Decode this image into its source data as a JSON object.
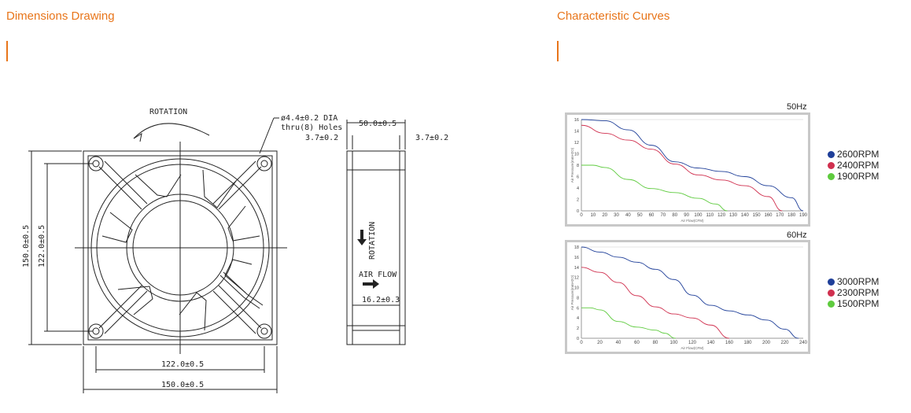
{
  "left_section": {
    "title": "Dimensions Drawing"
  },
  "right_section": {
    "title": "Characteristic Curves"
  },
  "drawing": {
    "rotation_label": "ROTATION",
    "hole_label_line1": "ø4.4±0.2 DIA",
    "hole_label_line2": "thru(8) Holes",
    "depth_label": "50.0±0.5",
    "flange_left_label": "3.7±0.2",
    "flange_right_label": "3.7±0.2",
    "height_outer_label": "150.0±0.5",
    "height_inner_label": "122.0±0.5",
    "width_inner_label": "122.0±0.5",
    "width_outer_label": "150.0±0.5",
    "side_rotation_label": "ROTATION",
    "side_airflow_label": "AIR FLOW",
    "terminal_label": "16.2±0.3"
  },
  "chart_data": [
    {
      "type": "line",
      "title": "50Hz",
      "xlabel": "Air Flow(CFM)",
      "ylabel": "Air Pressure(mmH2O)",
      "xlim": [
        0,
        190
      ],
      "ylim": [
        0,
        16
      ],
      "x_ticks": [
        "0",
        "10",
        "20",
        "30",
        "40",
        "50",
        "60",
        "70",
        "80",
        "90",
        "100",
        "110",
        "120",
        "130",
        "140",
        "150",
        "160",
        "170",
        "180",
        "190"
      ],
      "y_ticks": [
        "0",
        "2",
        "4",
        "6",
        "8",
        "10",
        "12",
        "14",
        "16"
      ],
      "series": [
        {
          "name": "2600RPM",
          "color": "#1f3f99",
          "points": [
            [
              0,
              16
            ],
            [
              20,
              15.8
            ],
            [
              40,
              14.2
            ],
            [
              60,
              11.5
            ],
            [
              80,
              8.6
            ],
            [
              100,
              7.5
            ],
            [
              120,
              6.9
            ],
            [
              140,
              6.0
            ],
            [
              160,
              4.4
            ],
            [
              180,
              2.3
            ],
            [
              190,
              0
            ]
          ]
        },
        {
          "name": "2400RPM",
          "color": "#d0304f",
          "points": [
            [
              0,
              15
            ],
            [
              20,
              13.6
            ],
            [
              40,
              12.4
            ],
            [
              60,
              10.8
            ],
            [
              80,
              8.2
            ],
            [
              100,
              6.3
            ],
            [
              120,
              5.4
            ],
            [
              140,
              4.4
            ],
            [
              160,
              2.5
            ],
            [
              172,
              0
            ]
          ]
        },
        {
          "name": "1900RPM",
          "color": "#5ecb3e",
          "points": [
            [
              0,
              8
            ],
            [
              10,
              8
            ],
            [
              20,
              7.6
            ],
            [
              40,
              5.5
            ],
            [
              60,
              3.9
            ],
            [
              80,
              3.2
            ],
            [
              100,
              2.2
            ],
            [
              115,
              1.2
            ],
            [
              125,
              0
            ]
          ]
        }
      ],
      "grid": false
    },
    {
      "type": "line",
      "title": "60Hz",
      "xlabel": "Air Flow(CFM)",
      "ylabel": "Air Pressure(mmH2O)",
      "xlim": [
        0,
        240
      ],
      "ylim": [
        0,
        18
      ],
      "x_ticks": [
        "0",
        "20",
        "40",
        "60",
        "80",
        "100",
        "120",
        "140",
        "160",
        "180",
        "200",
        "220",
        "240"
      ],
      "y_ticks": [
        "0",
        "2",
        "4",
        "6",
        "8",
        "10",
        "12",
        "14",
        "16",
        "18"
      ],
      "series": [
        {
          "name": "3000RPM",
          "color": "#1f3f99",
          "points": [
            [
              0,
              18
            ],
            [
              20,
              17
            ],
            [
              40,
              16
            ],
            [
              60,
              15
            ],
            [
              80,
              13.6
            ],
            [
              100,
              11.6
            ],
            [
              120,
              8.5
            ],
            [
              140,
              6.5
            ],
            [
              160,
              5.4
            ],
            [
              180,
              4.6
            ],
            [
              200,
              3.6
            ],
            [
              220,
              1.8
            ],
            [
              235,
              0
            ]
          ]
        },
        {
          "name": "2300RPM",
          "color": "#d0304f",
          "points": [
            [
              0,
              14
            ],
            [
              20,
              13
            ],
            [
              40,
              11
            ],
            [
              60,
              8.4
            ],
            [
              80,
              6.2
            ],
            [
              100,
              4.8
            ],
            [
              120,
              4.0
            ],
            [
              140,
              2.6
            ],
            [
              160,
              0
            ]
          ]
        },
        {
          "name": "1500RPM",
          "color": "#5ecb3e",
          "points": [
            [
              0,
              6
            ],
            [
              10,
              6
            ],
            [
              20,
              5.6
            ],
            [
              40,
              3.3
            ],
            [
              60,
              2.2
            ],
            [
              80,
              1.6
            ],
            [
              90,
              1.0
            ],
            [
              102,
              0
            ]
          ]
        }
      ],
      "grid": false
    }
  ]
}
